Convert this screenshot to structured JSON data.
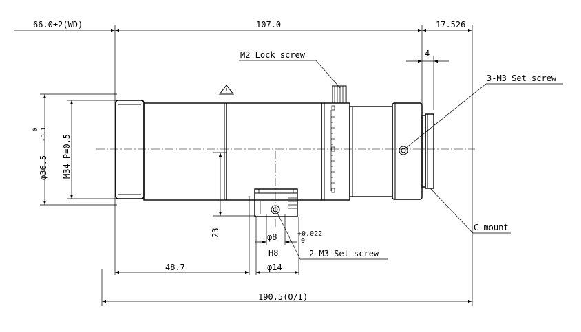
{
  "dimensions": {
    "working_distance": "66.0±2(WD)",
    "lens_length": "107.0",
    "flange_back": "17.526",
    "mount_step": "4",
    "front_diameter": "φ36.5",
    "front_tolerance_upper": "0",
    "front_tolerance_lower": "-0.1",
    "filter_thread": "M34 P=0.5",
    "bracket_height": "23",
    "bracket_position": "48.7",
    "pin_diameter": "φ8",
    "pin_fit": "H8",
    "pin_tolerance_upper": "+0.022",
    "pin_tolerance_lower": "0",
    "bracket_width": "φ14",
    "overall_length": "190.5(O/I)"
  },
  "callouts": {
    "lock_screw": "M2 Lock screw",
    "set_screw_side": "3-M3 Set screw",
    "set_screw_bottom": "2-M3 Set screw",
    "mount": "C-mount"
  }
}
